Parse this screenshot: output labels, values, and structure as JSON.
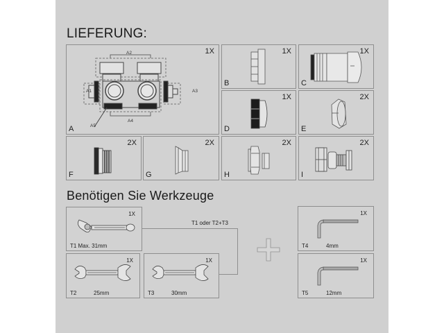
{
  "headings": {
    "delivery": "LIEFERUNG:",
    "tools": "Benötigen Sie Werkzeuge"
  },
  "parts": [
    {
      "id": "A",
      "qty": "1X",
      "name": "valve-block",
      "callouts": [
        "A1",
        "A2",
        "A3",
        "A4",
        "A5"
      ]
    },
    {
      "id": "B",
      "qty": "1X",
      "name": "nut-fitting"
    },
    {
      "id": "C",
      "qty": "1X",
      "name": "thermostat-head"
    },
    {
      "id": "D",
      "qty": "1X",
      "name": "cap"
    },
    {
      "id": "E",
      "qty": "2X",
      "name": "hex-nut"
    },
    {
      "id": "F",
      "qty": "2X",
      "name": "threaded-nipple"
    },
    {
      "id": "G",
      "qty": "2X",
      "name": "sleeve"
    },
    {
      "id": "H",
      "qty": "2X",
      "name": "compression-nut"
    },
    {
      "id": "I",
      "qty": "2X",
      "name": "connector"
    }
  ],
  "tools": [
    {
      "id": "T1",
      "qty": "1X",
      "label": "T1 Max. 31mm",
      "size": "",
      "name": "adjustable-wrench"
    },
    {
      "id": "T2",
      "qty": "1X",
      "label": "T2",
      "size": "25mm",
      "name": "open-end-wrench"
    },
    {
      "id": "T3",
      "qty": "1X",
      "label": "T3",
      "size": "30mm",
      "name": "open-end-wrench"
    },
    {
      "id": "T4",
      "qty": "1X",
      "label": "T4",
      "size": "4mm",
      "name": "allen-key"
    },
    {
      "id": "T5",
      "qty": "1X",
      "label": "T5",
      "size": "12mm",
      "name": "allen-key"
    }
  ],
  "tool_note": "T1 oder T2+T3",
  "colors": {
    "background": "#ffffff",
    "panel": "#d0d0d0",
    "box_border": "#8e8e8e",
    "text": "#1e1e1e"
  }
}
